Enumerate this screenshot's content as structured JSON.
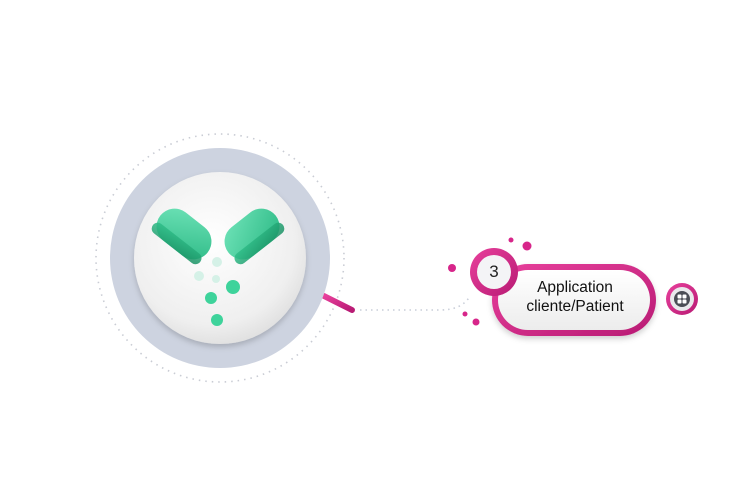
{
  "node": {
    "number": "3",
    "label_line1": "Application",
    "label_line2": "cliente/Patient"
  },
  "icons": {
    "hub": "pill-capsule-logo-icon",
    "node_action": "grid-icon"
  },
  "colors": {
    "accent": "#d7268a",
    "accent_dark": "#a01a66",
    "hub_ring": "#cdd3e0",
    "hub_face": "#f2f2f2",
    "pill_green": "#3ed39b",
    "pill_light": "#d5f1e7",
    "connector": "#c8cdd8"
  }
}
